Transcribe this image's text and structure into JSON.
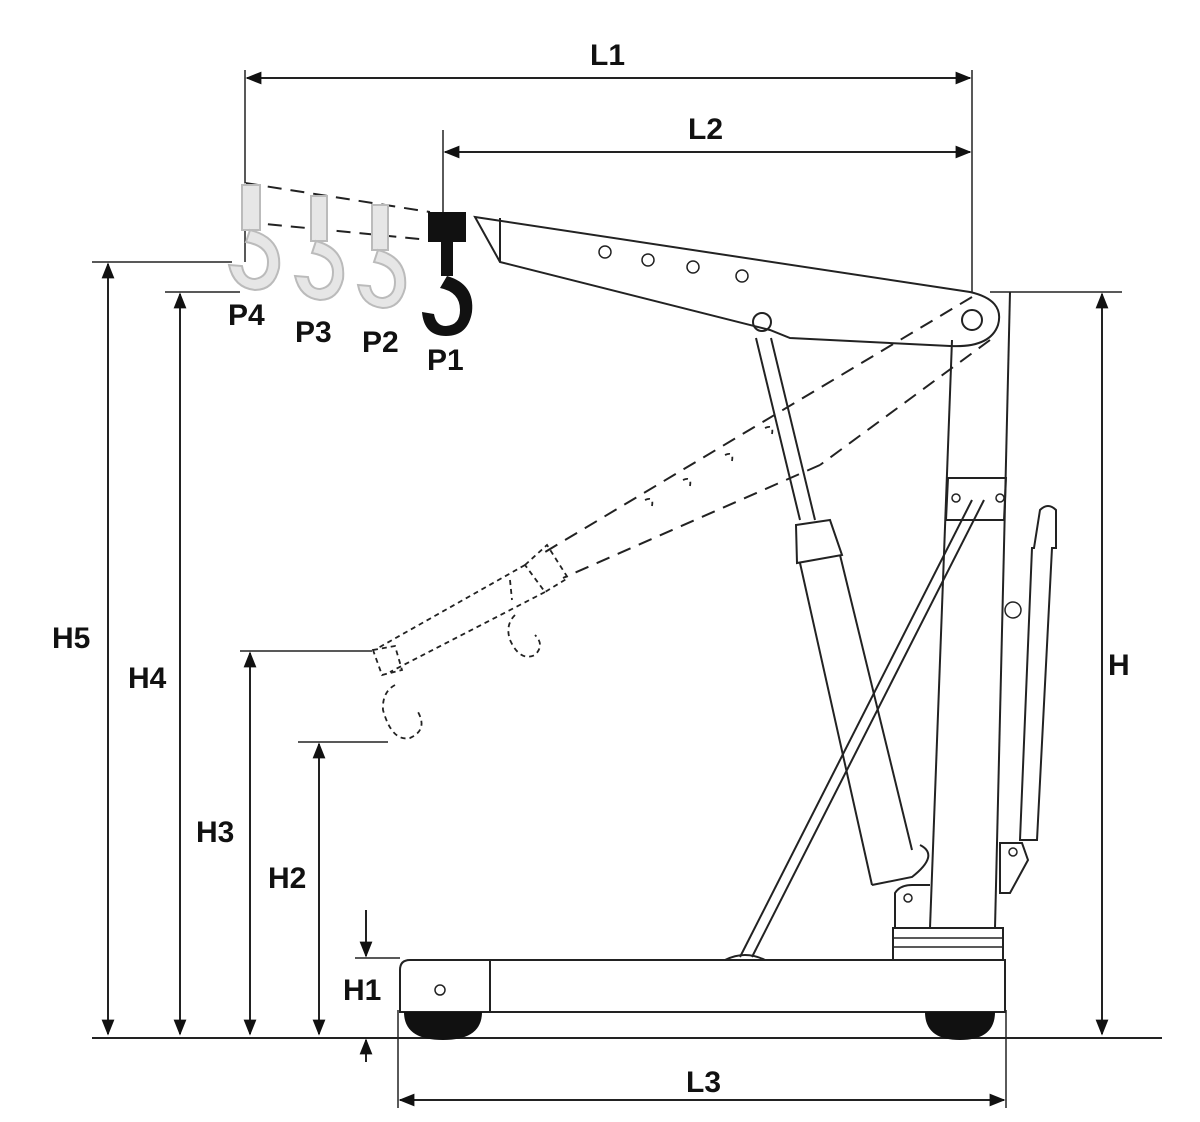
{
  "labels": {
    "L1": "L1",
    "L2": "L2",
    "L3": "L3",
    "H": "H",
    "H1": "H1",
    "H2": "H2",
    "H3": "H3",
    "H4": "H4",
    "H5": "H5",
    "P1": "P1",
    "P2": "P2",
    "P3": "P3",
    "P4": "P4"
  },
  "colors": {
    "line": "#222222",
    "hook_active": "#111111",
    "hook_inactive": "#e6e6e6"
  }
}
